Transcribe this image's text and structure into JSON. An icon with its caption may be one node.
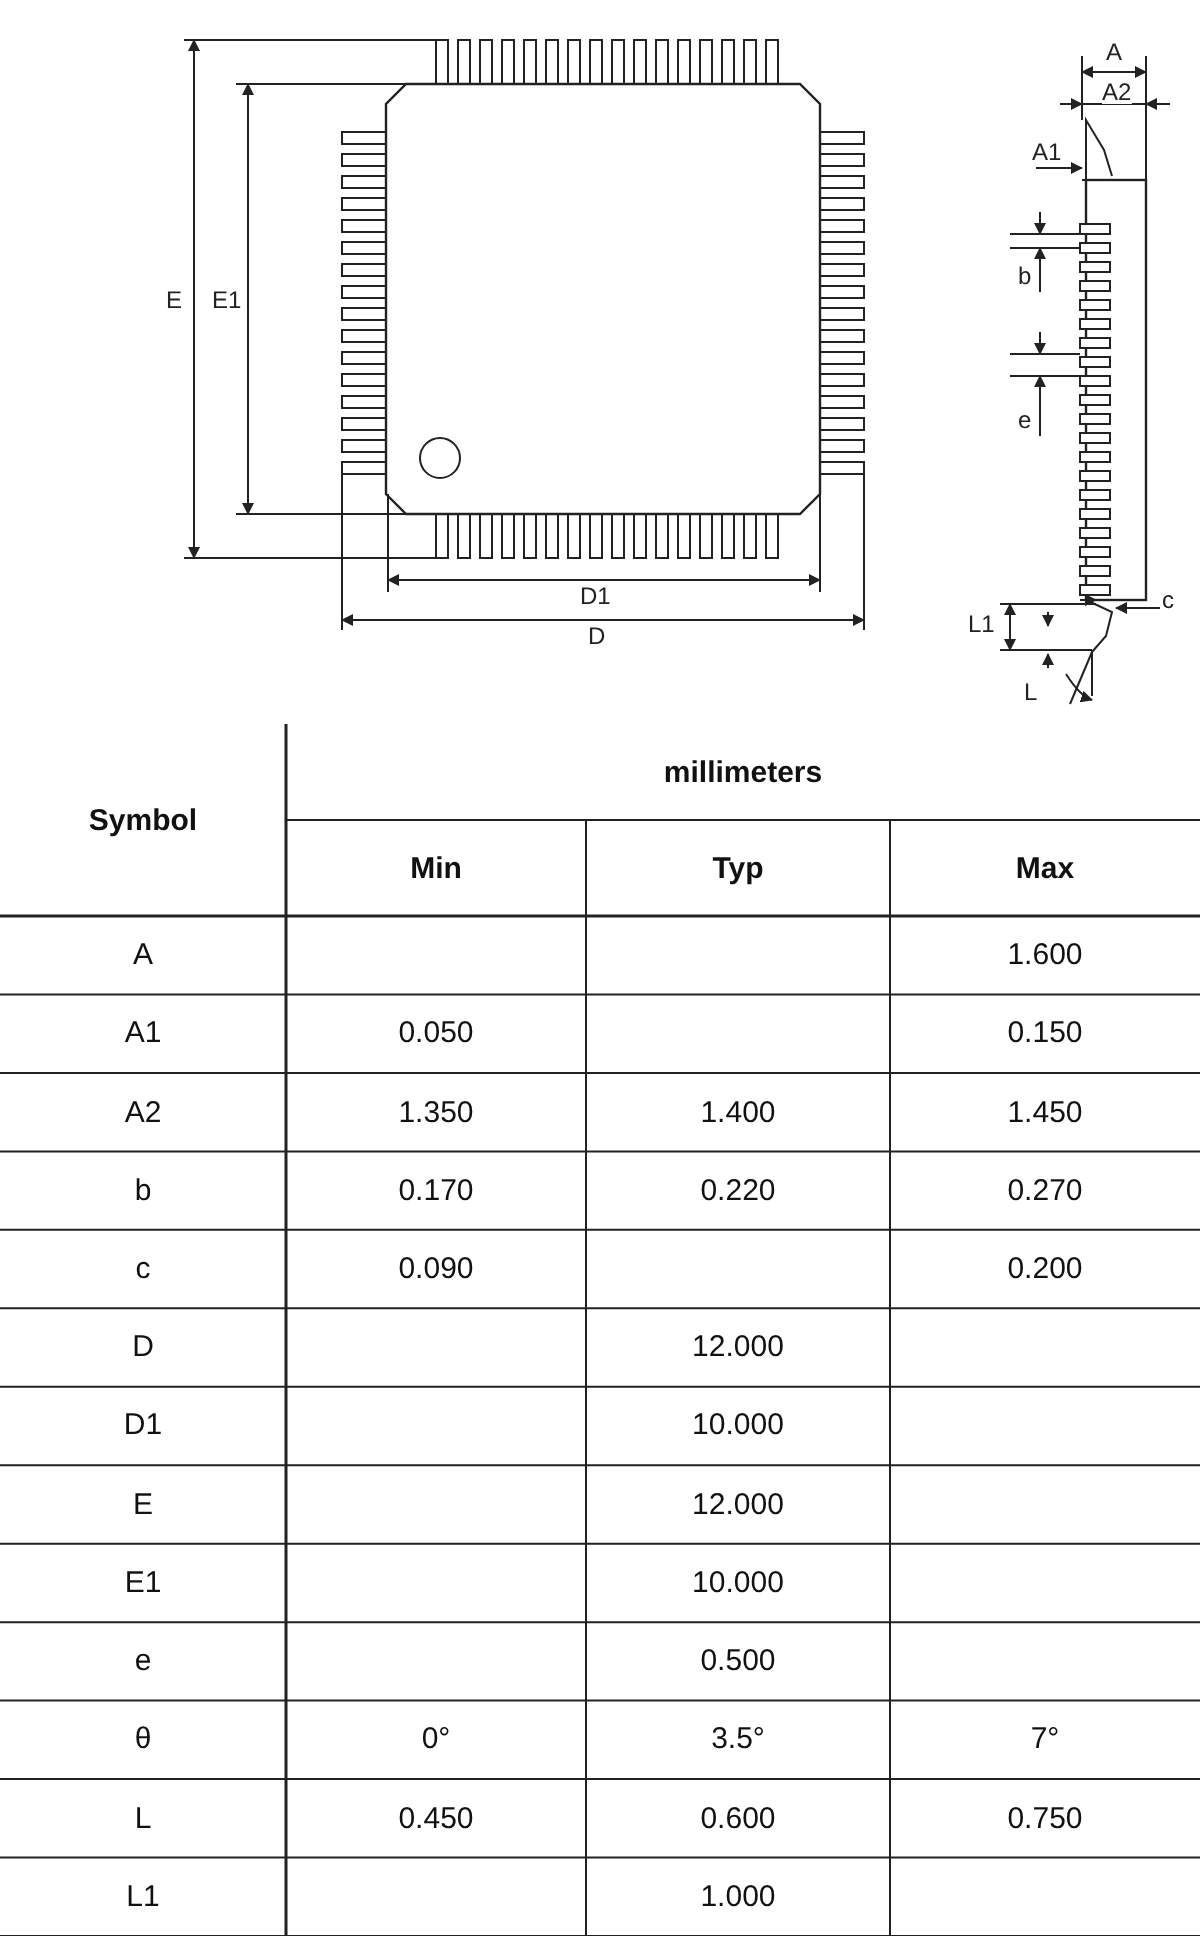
{
  "diagram": {
    "labels": [
      "A",
      "A2",
      "A1",
      "E",
      "E1",
      "b",
      "e",
      "D1",
      "c",
      "L1",
      "D",
      "L",
      "Symbol",
      "millimeters",
      "Min",
      "Typ",
      "Max",
      "A",
      "1.600",
      "A1",
      "0.050",
      "0.150",
      "A2",
      "1.350",
      "1.400",
      "1.450",
      "b",
      "0.170",
      "0.220",
      "0.270",
      "c",
      "0.090",
      "0.200",
      "D",
      "12.000",
      "D1",
      "10.000",
      "E",
      "12.000",
      "E1",
      "10.000",
      "e",
      "0.500",
      "θ",
      "0°",
      "3.5°",
      "7°",
      "L",
      "0.450",
      "0.600",
      "0.750",
      "L1",
      "1.000"
    ]
  }
}
